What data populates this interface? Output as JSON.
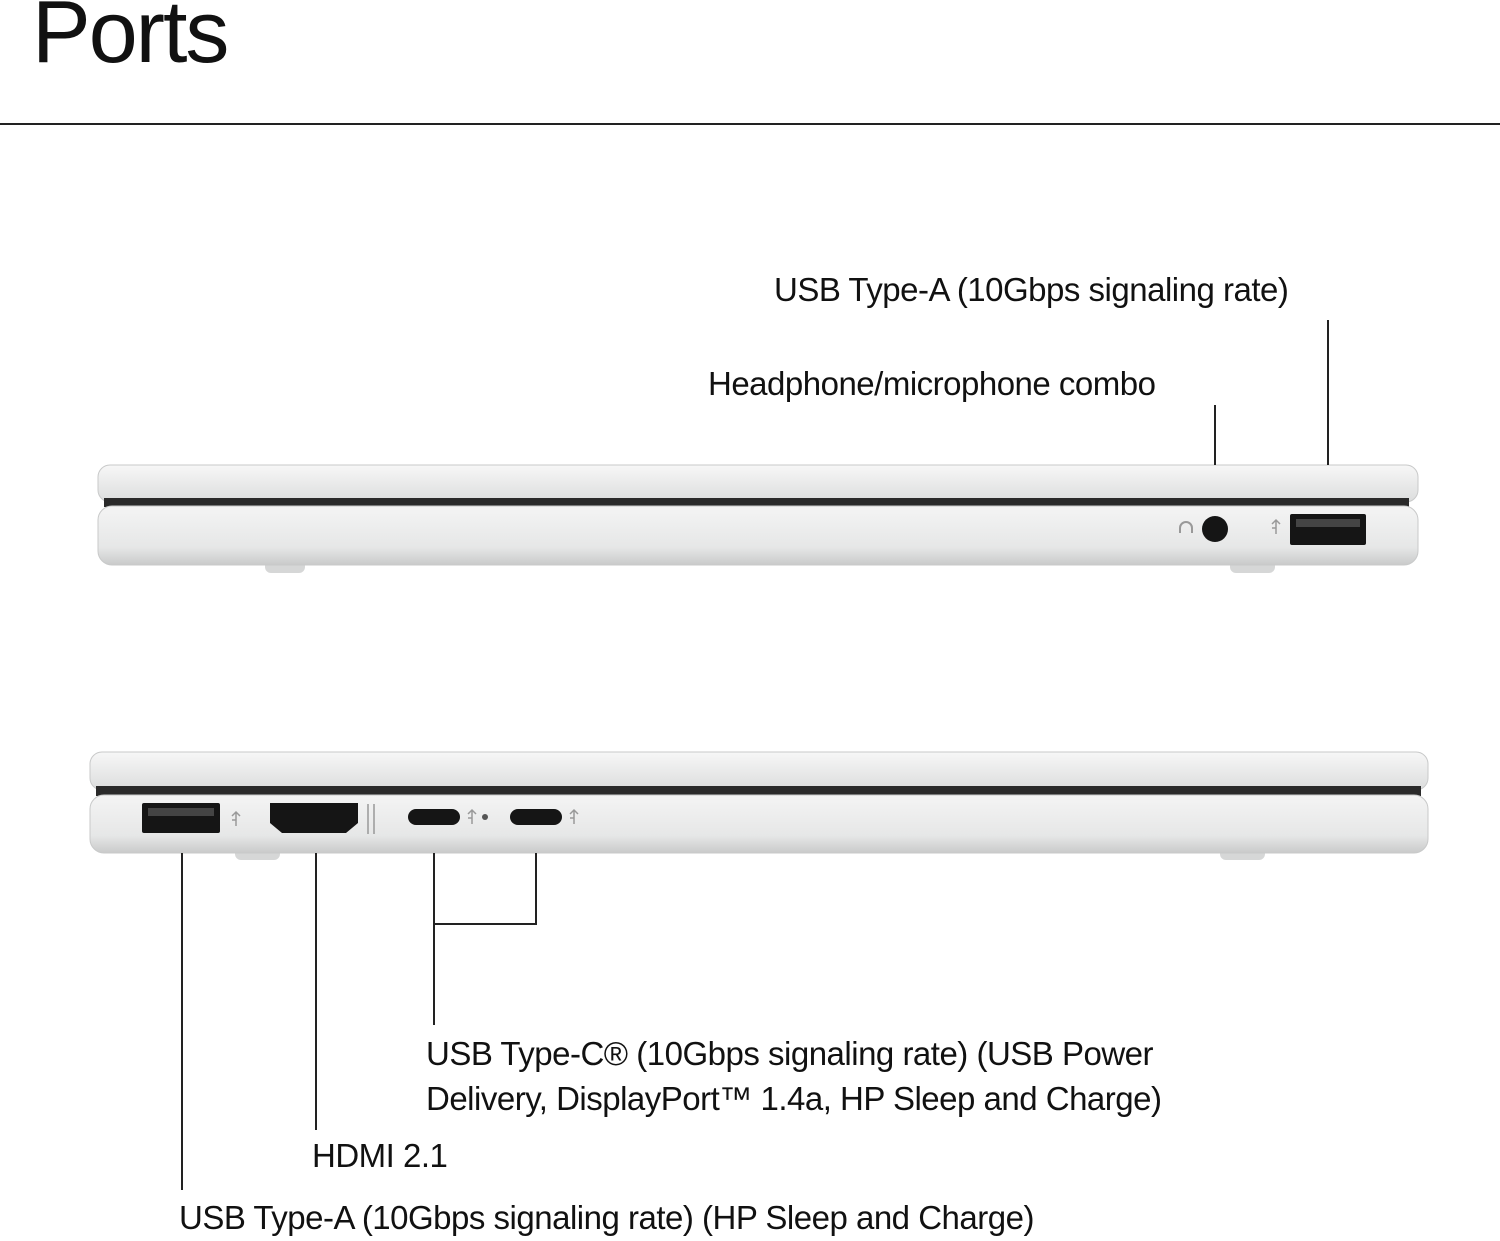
{
  "title": "Ports",
  "right_side": {
    "labels": {
      "usb_a": "USB Type-A (10Gbps signaling rate)",
      "audio": "Headphone/microphone combo"
    }
  },
  "left_side": {
    "labels": {
      "usb_c_line1": "USB Type-C® (10Gbps signaling rate) (USB Power",
      "usb_c_line2": "Delivery, DisplayPort™ 1.4a, HP Sleep and Charge)",
      "hdmi": "HDMI 2.1",
      "usb_a": "USB Type-A (10Gbps signaling rate) (HP Sleep and Charge)"
    }
  },
  "colors": {
    "chassis": "#eceded",
    "port": "#151515",
    "line": "#222222"
  }
}
